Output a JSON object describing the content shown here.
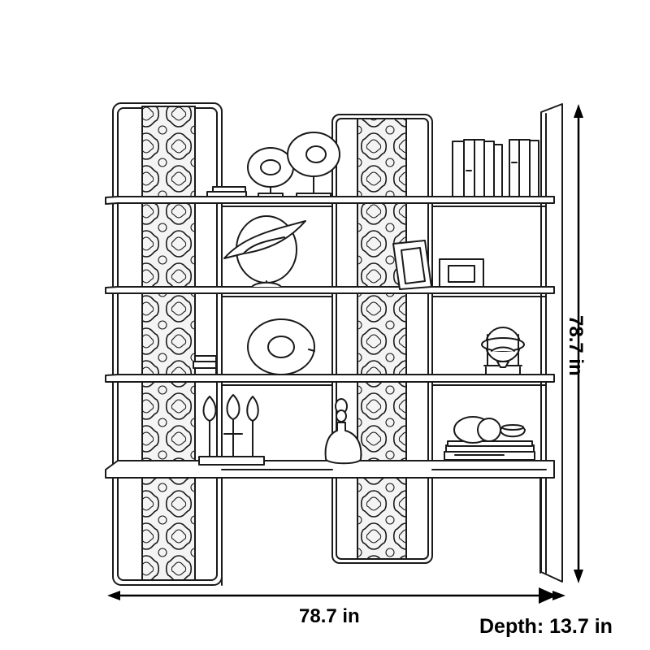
{
  "dimensions": {
    "width_label": "78.7 in",
    "height_label": "78.7 in",
    "depth_label": "Depth: 13.7 in"
  },
  "colors": {
    "line": "#1a1a1a",
    "panel_fill": "#f4f4f4",
    "background": "#ffffff"
  },
  "objects": [
    "bookshelf",
    "lattice-panel",
    "disc-sculpture",
    "bird-sculpture",
    "globe",
    "photo-frame",
    "books",
    "vases",
    "bottle",
    "bowls"
  ]
}
